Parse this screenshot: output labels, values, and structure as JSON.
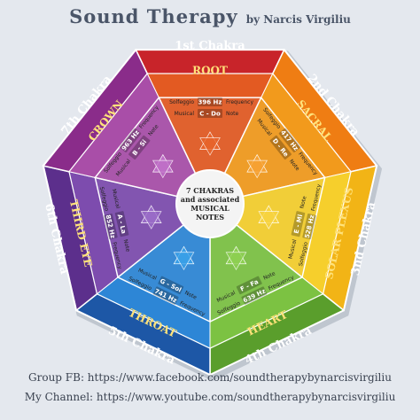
{
  "header": {
    "title": "Sound Therapy",
    "author": "by Narcis Virgiliu"
  },
  "center": {
    "line1": "7 CHAKRAS",
    "line2": "and associated",
    "line3": "MUSICAL",
    "line4": "NOTES"
  },
  "tags": {
    "solfeggio": "Solfeggio",
    "frequency": "Frequency",
    "musical": "Musical",
    "note": "Note"
  },
  "chakras": [
    {
      "number_label": "1st Chakra",
      "name": "ROOT",
      "frequency": "396 Hz",
      "note": "C - Do",
      "outer_color": "#c8242a",
      "inner_color": "#e35a22",
      "star_color": "#e8642a"
    },
    {
      "number_label": "2nd Chakra",
      "name": "SACRAL",
      "frequency": "417 Hz",
      "note": "D - Re",
      "outer_color": "#ef7d13",
      "inner_color": "#f29a1c",
      "star_color": "#f7a233"
    },
    {
      "number_label": "3nd Chakra",
      "name": "SOLAR PLEXUS",
      "frequency": "528 Hz",
      "note": "E - Mi",
      "outer_color": "#f2b416",
      "inner_color": "#f6cf2c",
      "star_color": "#f8d440"
    },
    {
      "number_label": "4th Chakra",
      "name": "HEART",
      "frequency": "639 Hz",
      "note": "F - Fa",
      "outer_color": "#5a9e2c",
      "inner_color": "#7cc242",
      "star_color": "#8ed052"
    },
    {
      "number_label": "5th Chakra",
      "name": "THROAT",
      "frequency": "741 Hz",
      "note": "G - Sol",
      "outer_color": "#1d57a6",
      "inner_color": "#2d86d6",
      "star_color": "#3aa0e8"
    },
    {
      "number_label": "6th Chakra",
      "name": "THIRD EYE",
      "frequency": "852 Hz",
      "note": "A - La",
      "outer_color": "#5c2f8c",
      "inner_color": "#7d4cae",
      "star_color": "#9a6cc8"
    },
    {
      "number_label": "7th Chakra",
      "name": "CROWN",
      "frequency": "963 Hz",
      "note": "B - Si",
      "outer_color": "#8a2c8a",
      "inner_color": "#a94ea8",
      "star_color": "#c070c8"
    }
  ],
  "footer": {
    "group": "Group FB: https://www.facebook.com/soundtherapybynarcisvirgiliu",
    "channel": "My Channel: https://www.youtube.com/soundtherapybynarcisvirgiliu"
  }
}
